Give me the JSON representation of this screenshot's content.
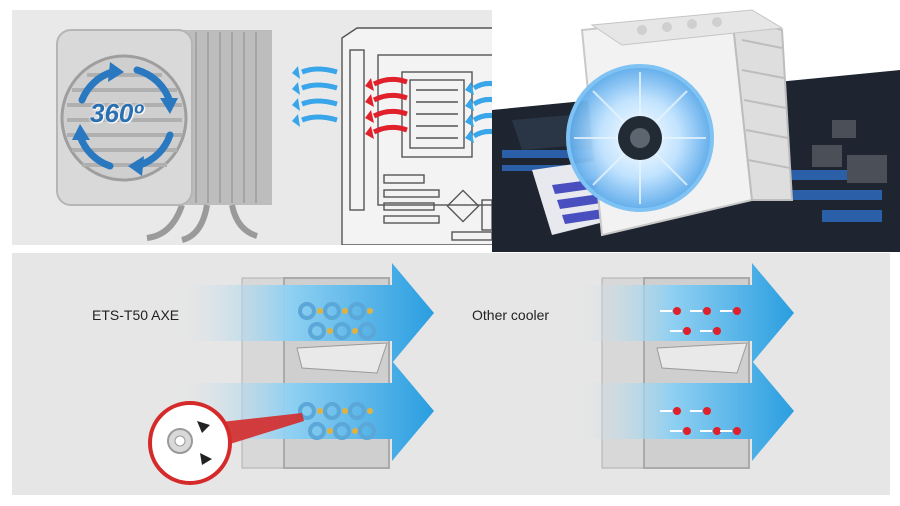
{
  "fan_badge": {
    "text": "360º"
  },
  "comparison": {
    "left_label": "ETS-T50 AXE",
    "right_label": "Other cooler"
  },
  "colors": {
    "airflow_blue": "#2a9ee0",
    "hot_air_red": "#e0202a",
    "callout_red": "#d42a2a",
    "panel_grey": "#e6e6e6"
  }
}
